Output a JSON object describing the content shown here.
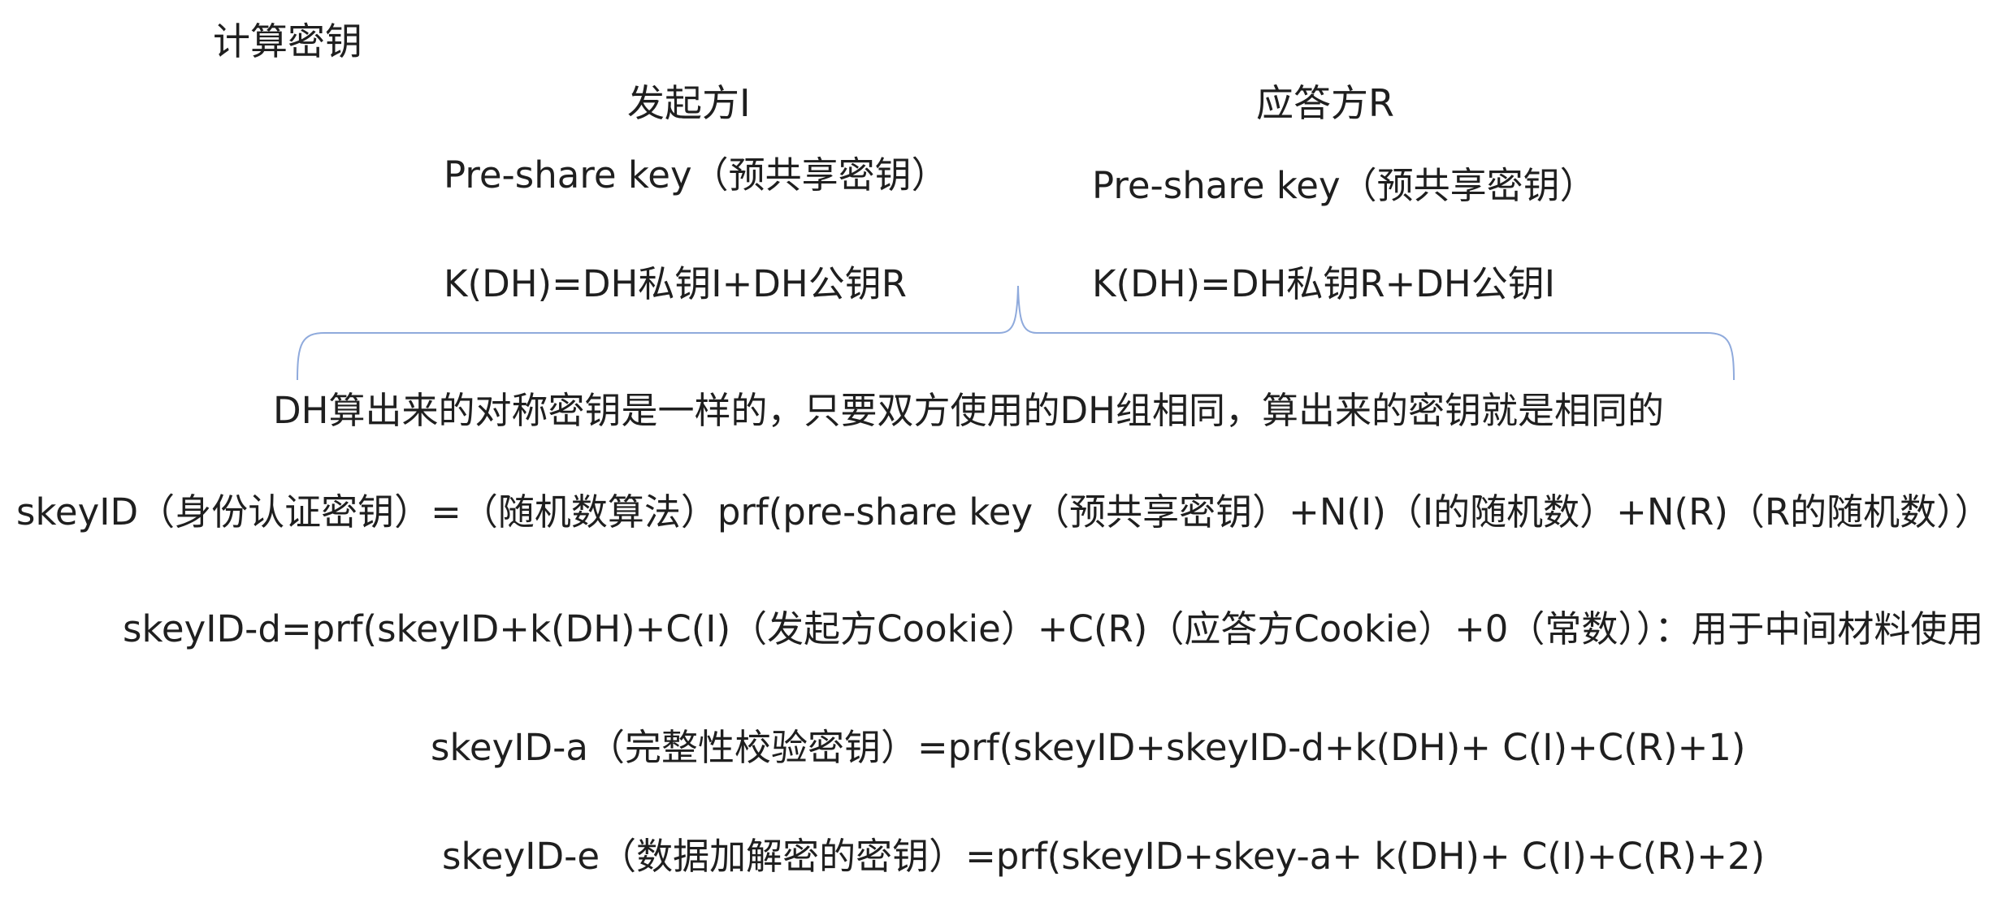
{
  "title": "计算密钥",
  "initiator": {
    "header": "发起方I",
    "psk": "Pre-share key（预共享密钥）",
    "kdh": "K(DH)=DH私钥I+DH公钥R"
  },
  "responder": {
    "header": "应答方R",
    "psk": "Pre-share key（预共享密钥）",
    "kdh": "K(DH)=DH私钥R+DH公钥I"
  },
  "summary": "DH算出来的对称密钥是一样的，只要双方使用的DH组相同，算出来的密钥就是相同的",
  "formulas": [
    "skeyID（身份认证密钥）=（随机数算法）prf(pre-share key（预共享密钥）+N(I)（I的随机数）+N(R)（R的随机数））",
    "skeyID-d=prf(skeyID+k(DH)+C(I)（发起方Cookie）+C(R)（应答方Cookie）+0（常数））：用于中间材料使用",
    "skeyID-a（完整性校验密钥）=prf(skeyID+skeyID-d+k(DH)+ C(I)+C(R)+1)",
    "skeyID-e（数据加解密的密钥）=prf(skeyID+skey-a+ k(DH)+ C(I)+C(R)+2)"
  ],
  "colors": {
    "text": "#1f1f1f",
    "brace": "#8faadc"
  }
}
